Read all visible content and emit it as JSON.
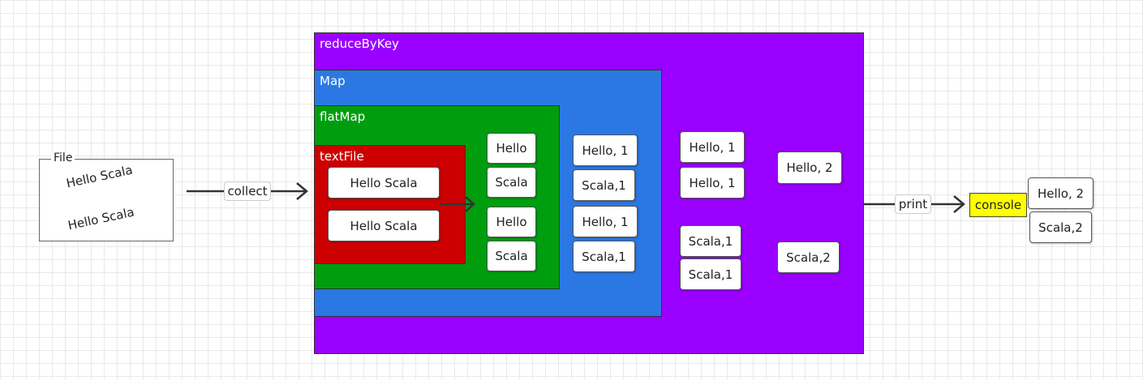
{
  "file": {
    "title": "File",
    "lines": [
      "Hello Scala",
      "Hello Scala"
    ]
  },
  "edges": {
    "collect": "collect",
    "print": "print"
  },
  "regions": {
    "reduceByKey": "reduceByKey",
    "map": "Map",
    "flatMap": "flatMap",
    "textFile": "textFile"
  },
  "textfile_items": [
    "Hello Scala",
    "Hello Scala"
  ],
  "flatmap_items": [
    "Hello",
    "Scala",
    "Hello",
    "Scala"
  ],
  "map_items": [
    "Hello, 1",
    "Scala,1",
    "Hello, 1",
    "Scala,1"
  ],
  "grouped_items": [
    "Hello, 1",
    "Hello, 1",
    "Scala,1",
    "Scala,1"
  ],
  "reduced_items": [
    "Hello, 2",
    "Scala,2"
  ],
  "console": {
    "label": "console",
    "items": [
      "Hello, 2",
      "Scala,2"
    ]
  },
  "colors": {
    "reduceByKey": "#9900ff",
    "map": "#2b78e4",
    "flatMap": "#009e0f",
    "textFile": "#cc0000",
    "console": "#ffff00"
  }
}
